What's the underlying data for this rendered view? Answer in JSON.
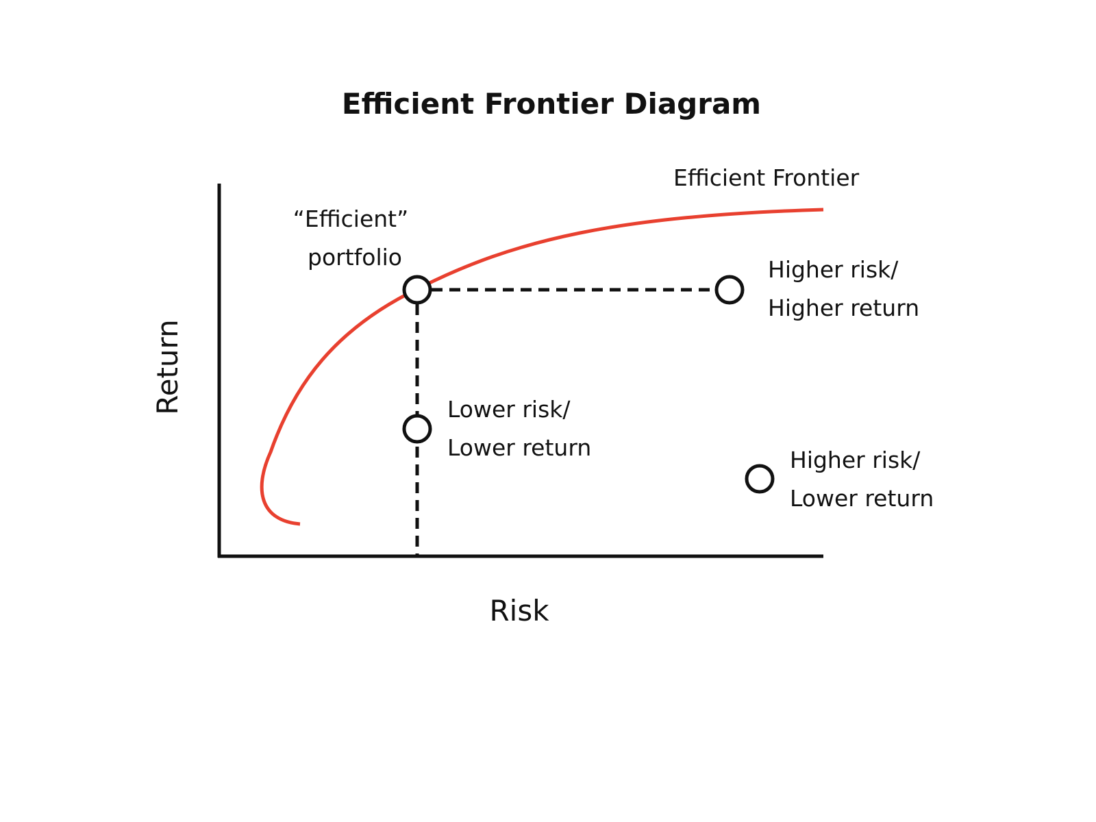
{
  "title": "Efficient Frontier Diagram",
  "axes": {
    "x_label": "Risk",
    "y_label": "Return"
  },
  "curve": {
    "label": "Efficient Frontier",
    "color": "#e8402f"
  },
  "annotations": {
    "efficient_portfolio": [
      "“Efficient”",
      "portfolio"
    ],
    "higher_risk_higher_return": [
      "Higher risk/",
      "Higher return"
    ],
    "lower_risk_lower_return": [
      "Lower risk/",
      "Lower return"
    ],
    "higher_risk_lower_return": [
      "Higher risk/",
      "Lower return"
    ]
  },
  "colors": {
    "ink": "#111111",
    "background": "#ffffff"
  }
}
